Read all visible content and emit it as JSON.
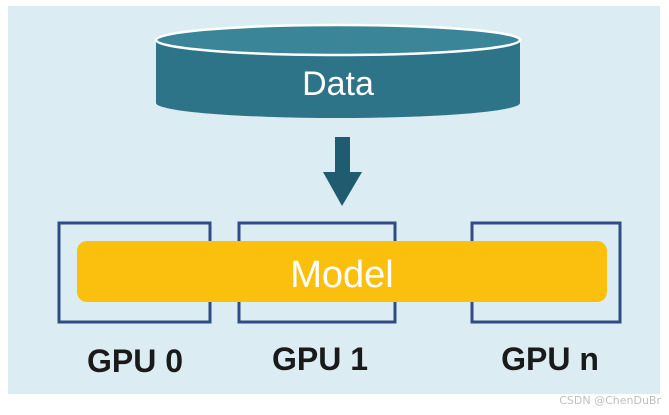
{
  "diagram": {
    "data_label": "Data",
    "model_label": "Model",
    "gpus": [
      {
        "label": "GPU 0"
      },
      {
        "label": "GPU 1"
      },
      {
        "label": "GPU n"
      }
    ]
  },
  "watermark": "CSDN @ChenDuBr",
  "colors": {
    "background": "#dbecf3",
    "cylinder": "#2e7488",
    "cylinder_top": "#3b8599",
    "arrow": "#1f5c70",
    "gpu_border": "#2f4d84",
    "model": "#fbbf0d",
    "model_text": "#ffffff",
    "gpu_text": "#1a1a1a"
  }
}
